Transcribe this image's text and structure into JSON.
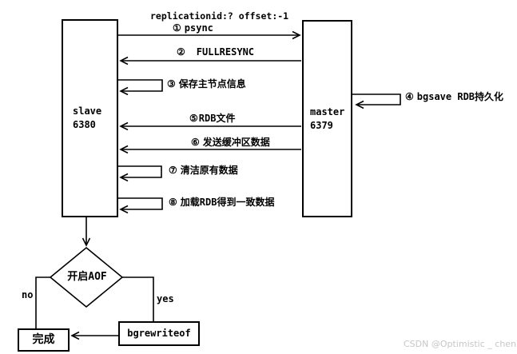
{
  "diagram": {
    "top_annotation": "replicationid:? offset:-1",
    "nodes": {
      "slave": {
        "line1": "slave",
        "line2": "6380"
      },
      "master": {
        "line1": "master",
        "line2": "6379"
      },
      "decision": {
        "label": "开启AOF"
      },
      "done": {
        "label": "完成"
      },
      "bgrewrite": {
        "label": "bgrewriteof"
      }
    },
    "steps": [
      {
        "num": "①",
        "label": "psync"
      },
      {
        "num": "②",
        "label": "FULLRESYNC"
      },
      {
        "num": "③",
        "label": "保存主节点信息"
      },
      {
        "num": "④",
        "label": "bgsave RDB持久化"
      },
      {
        "num": "⑤",
        "label": "RDB文件"
      },
      {
        "num": "⑥",
        "label": "发送缓冲区数据"
      },
      {
        "num": "⑦",
        "label": "清洁原有数据"
      },
      {
        "num": "⑧",
        "label": "加载RDB得到一致数据"
      }
    ],
    "branch_labels": {
      "no": "no",
      "yes": "yes"
    },
    "watermark": "CSDN @Optimistic _ chen",
    "colors": {
      "line": "#000000",
      "background": "#ffffff",
      "watermark": "#c6c6c6"
    }
  }
}
